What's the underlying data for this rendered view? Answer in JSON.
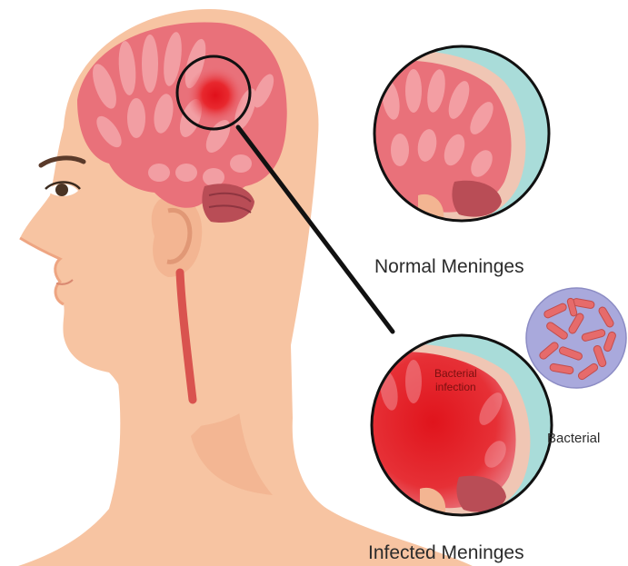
{
  "labels": {
    "normal": "Normal Meninges",
    "infected": "Infected Meninges",
    "bacterial": "Bacterial",
    "infection_line1": "Bacterial",
    "infection_line2": "infection"
  },
  "colors": {
    "skin": "#f7c4a2",
    "skin_shadow": "#f0ae88",
    "brain": "#e9717a",
    "brain_fold": "#f4a3a8",
    "infection": "#e0242a",
    "meninges": "#a9dcd9",
    "bacteria_bg": "#a9a9dc",
    "bacteria": "#e66b6b",
    "outline": "#111111"
  }
}
